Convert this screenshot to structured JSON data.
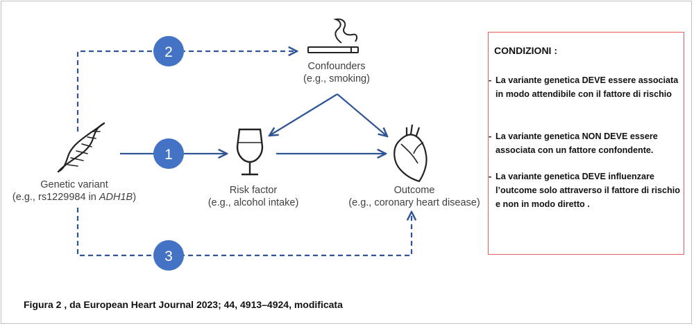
{
  "diagram": {
    "nodes": {
      "genetic_variant": {
        "label": "Genetic variant",
        "example_prefix": "(e.g., rs1229984 in ",
        "example_gene": "ADH1B",
        "example_suffix": ")"
      },
      "confounders": {
        "label": "Confounders",
        "example": "(e.g., smoking)"
      },
      "risk_factor": {
        "label": "Risk factor",
        "example": "(e.g., alcohol intake)"
      },
      "outcome": {
        "label": "Outcome",
        "example": "(e.g., coronary heart disease)"
      }
    },
    "paths": [
      {
        "number": "1",
        "from": "genetic_variant",
        "to": "risk_factor",
        "style": "solid"
      },
      {
        "number": "2",
        "from": "genetic_variant",
        "to": "confounders",
        "style": "dashed"
      },
      {
        "number": "3",
        "from": "genetic_variant",
        "to": "outcome",
        "style": "dashed"
      }
    ],
    "colors": {
      "arrow": "#2f5496",
      "circle": "#4472c4",
      "icon": "#222222",
      "box_border": "#e05d5d"
    }
  },
  "conditions": {
    "title": "CONDIZIONI :",
    "items": [
      "La variante genetica DEVE essere associata in modo attendibile con il fattore di rischio",
      "La variante genetica NON DEVE essere associata con un fattore confondente.",
      "La variante genetica DEVE influenzare l’outcome solo attraverso il fattore di rischio e non in modo diretto ."
    ]
  },
  "caption": "Figura 2 , da European Heart Journal 2023; 44, 4913–4924,  modificata"
}
